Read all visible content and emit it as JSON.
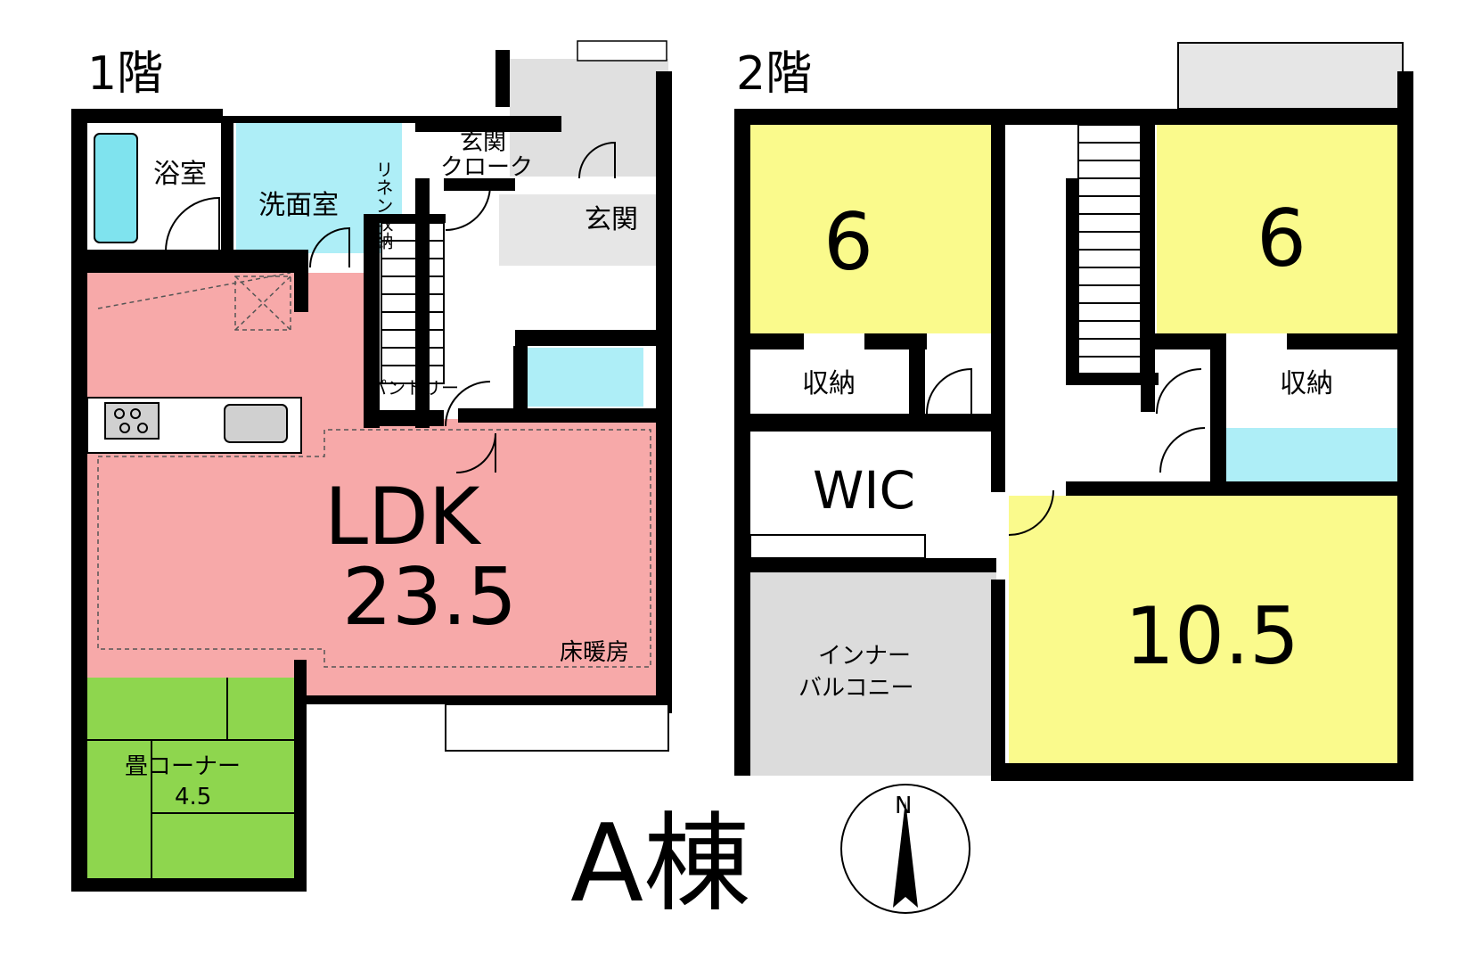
{
  "title": "A棟",
  "compass": {
    "label": "N"
  },
  "colors": {
    "ldk": "#f7a9a9",
    "wet": "#aeeef7",
    "bath": "#7fe3ee",
    "bedroom": "#fafa8c",
    "tatami": "#8ed64e",
    "inner_balcony": "#dcdcdc",
    "entrance": "#e6e6e6",
    "wall": "#000000"
  },
  "floor1": {
    "label": "1階",
    "rooms": {
      "bath": "浴室",
      "washroom": "洗面室",
      "linen_storage": "リネン収納",
      "entrance_cloak_1": "玄関",
      "entrance_cloak_2": "クローク",
      "entrance": "玄関",
      "pantry": "パントリー",
      "ldk_name": "LDK",
      "ldk_size": "23.5",
      "floor_heating": "床暖房",
      "tatami_name": "畳コーナー",
      "tatami_size": "4.5"
    }
  },
  "floor2": {
    "label": "2階",
    "rooms": {
      "bedroom_left_size": "6",
      "bedroom_right_size": "6",
      "storage_left": "収納",
      "storage_right": "収納",
      "wic": "WIC",
      "inner_balcony_1": "インナー",
      "inner_balcony_2": "バルコニー",
      "bedroom_main_size": "10.5"
    }
  }
}
